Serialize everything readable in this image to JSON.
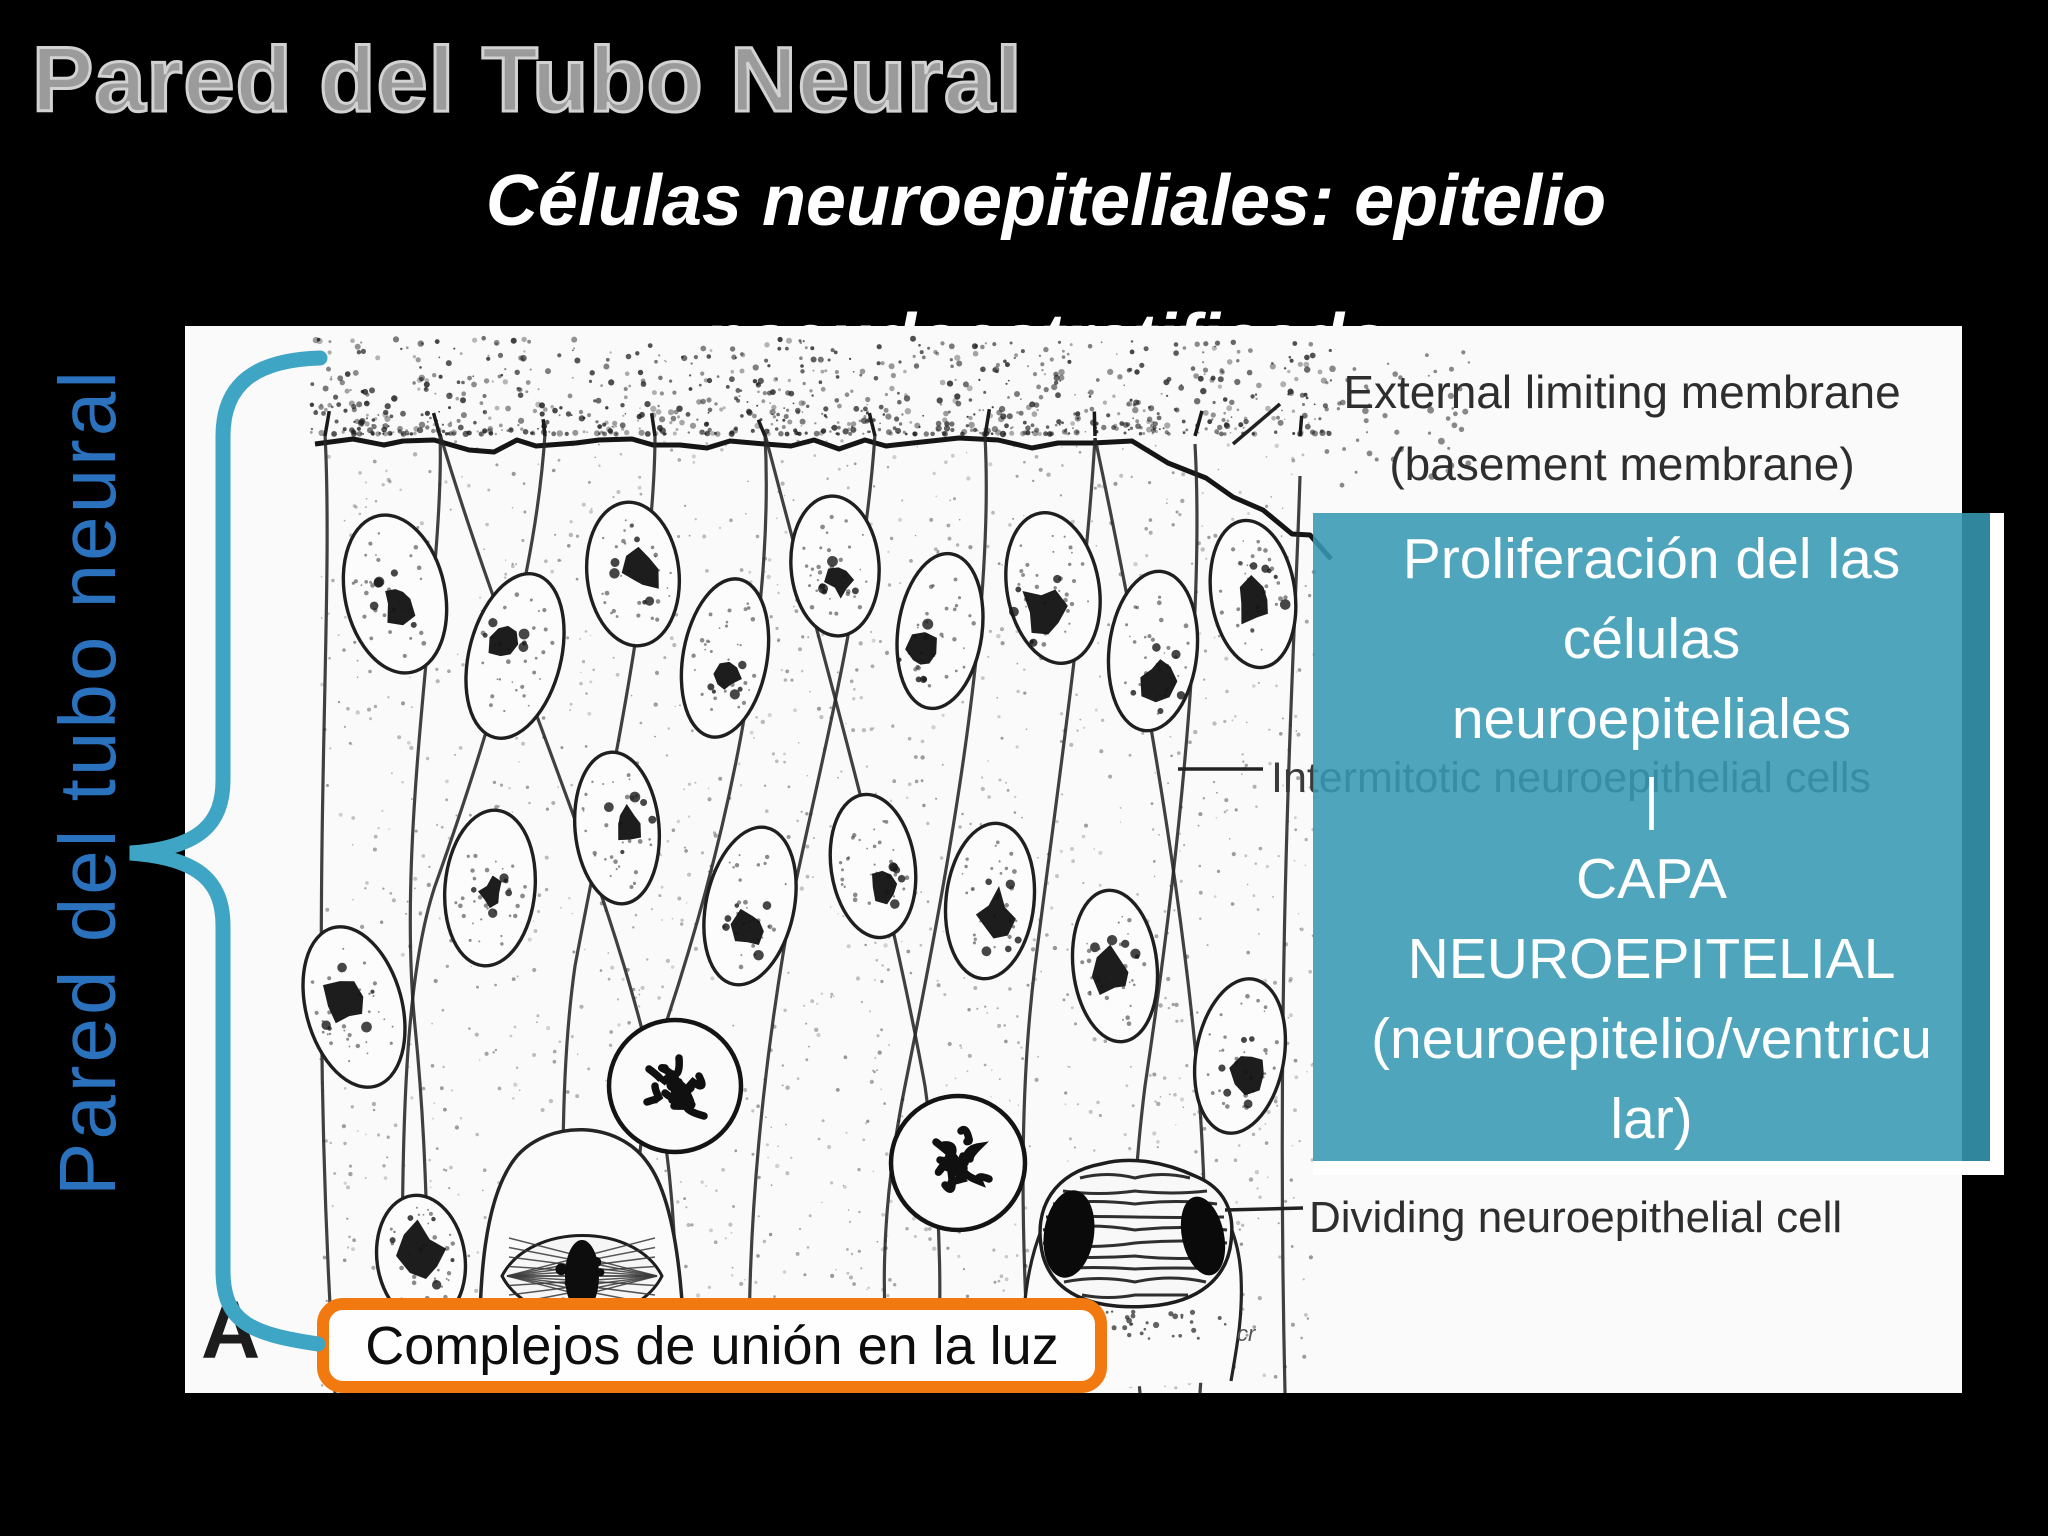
{
  "slide": {
    "title": "Pared del Tubo Neural",
    "subtitle": {
      "line1": "Células neuroepiteliales: epitelio",
      "line2": "pseudoestratificado"
    },
    "side_label": "Pared del tubo neural"
  },
  "figure": {
    "labels": {
      "external_line1": "External limiting membrane",
      "external_line2": "(basement membrane)",
      "intermitotic": "Intermitotic neuroepithelial cells",
      "dividing": "Dividing neuroepithelial cell"
    },
    "panel_letter": "A",
    "signature": "cr"
  },
  "callouts": {
    "proliferation": "Proliferación del las\ncélulas\nneuroepiteliales\n|\nCAPA\nNEUROEPITELIAL\n(neuroepitelio/ventricu\nlar)",
    "junction": "Complejos de unión en la luz"
  },
  "colors": {
    "background": "#000000",
    "title_gray": "#9b9b9b",
    "title_outline": "#d2d2d2",
    "subtitle_white": "#ffffff",
    "side_label_blue": "#2B72BE",
    "brace_cyan": "#3FA5C5",
    "teal_callout": "#3798B3",
    "teal_callout_text": "#ffffff",
    "orange_callout_border": "#F2790F",
    "figure_ink": "#2e2e2e",
    "panel_background": "#fafafa"
  }
}
